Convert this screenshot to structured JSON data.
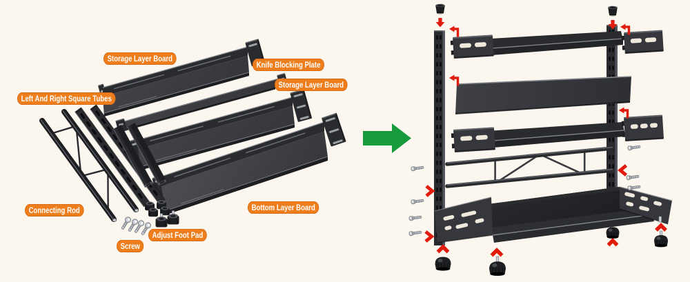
{
  "diagram": {
    "description": "Exploded parts view with labeled components and assembled knife/storage rack",
    "background_color": "#fcf7ee",
    "label_pill_color": "#ee7d1c",
    "label_text_color": "#ffffff",
    "assemble_arrow_color": "#169a3c",
    "assembly_indicator_color": "#e11b0e",
    "metal_color": "#38393e",
    "panels": {
      "left": "exploded parts with callout labels",
      "right": "assembled three-tier knife storage rack"
    },
    "icons": {
      "transition_arrow": "green-right-arrow",
      "assembly_markers": [
        "red-down-arrow",
        "red-bent-arrow",
        "red-chevron",
        "red-up-chevron"
      ],
      "hardware": [
        "screw-icon",
        "adjust-foot-icon",
        "post-top-cap-icon"
      ]
    },
    "labels": [
      {
        "id": "storage-layer-board-top",
        "text": "Storage Layer Board"
      },
      {
        "id": "knife-blocking-plate",
        "text": "Knife Blocking Plate"
      },
      {
        "id": "storage-layer-board-middle",
        "text": "Storage Layer Board"
      },
      {
        "id": "left-and-right-square-tubes",
        "text": "Left And Right Square Tubes"
      },
      {
        "id": "connecting-rod",
        "text": "Connecting Rod"
      },
      {
        "id": "screw",
        "text": "Screw"
      },
      {
        "id": "adjust-foot-pad",
        "text": "Adjust Foot Pad"
      },
      {
        "id": "bottom-layer-board",
        "text": "Bottom Layer Board"
      }
    ]
  }
}
